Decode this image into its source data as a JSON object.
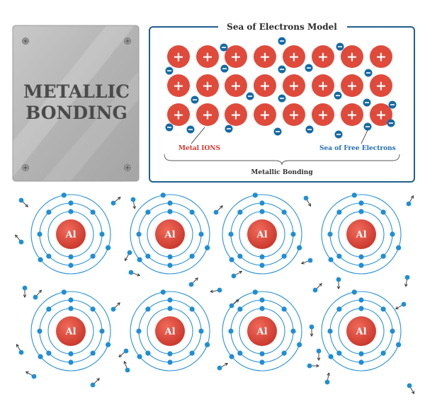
{
  "plate": {
    "line1": "METALLIC",
    "line2": "BONDING"
  },
  "model": {
    "title": "Sea of Electrons Model",
    "ion_sign": "+",
    "electron_sign": "−",
    "label_ions": "Metal IONS",
    "label_free_electrons": "Sea of Free Electrons",
    "label_bracket": "Metallic Bonding",
    "ion_rows": 3,
    "ion_cols": 8
  },
  "atoms": {
    "symbol": "Al",
    "count": 8,
    "shells": 3,
    "electrons_per_shell": [
      2,
      8,
      3
    ]
  },
  "colors": {
    "ion": "#e04a3b",
    "ion_dark": "#b52f23",
    "electron": "#1f8ed6",
    "electron_dark": "#146aa6",
    "plate": "#b8b8b8",
    "frame": "#1f5f8f",
    "ions_label": "#d9362b",
    "electrons_label": "#1f6fb3",
    "orbit": "#2a92d8"
  }
}
